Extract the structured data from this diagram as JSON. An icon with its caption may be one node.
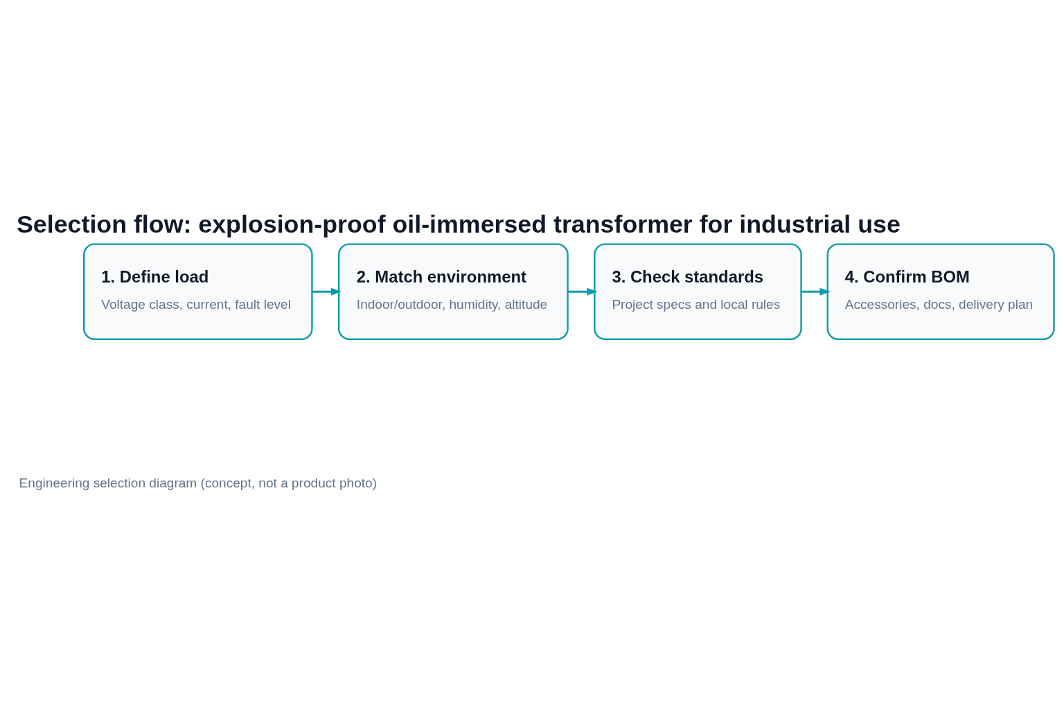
{
  "diagram": {
    "title": "Selection flow: explosion-proof oil-immersed transformer for industrial use",
    "caption": "Engineering selection diagram (concept, not a product photo)",
    "nodes": [
      {
        "text": [
          "1. Define load",
          "Voltage class, current, fault level"
        ]
      },
      {
        "text": [
          "2. Match environment",
          "Indoor/outdoor, humidity, altitude"
        ]
      },
      {
        "text": [
          "3. Check standards",
          "Project specs and local rules"
        ]
      },
      {
        "text": [
          "4. Confirm BOM",
          "Accessories, docs, delivery plan"
        ]
      }
    ],
    "edges": [
      {
        "from": 0,
        "to": 1,
        "arrow": "to"
      },
      {
        "from": 1,
        "to": 2,
        "arrow": "to"
      },
      {
        "from": 2,
        "to": 3,
        "arrow": "to"
      }
    ]
  }
}
